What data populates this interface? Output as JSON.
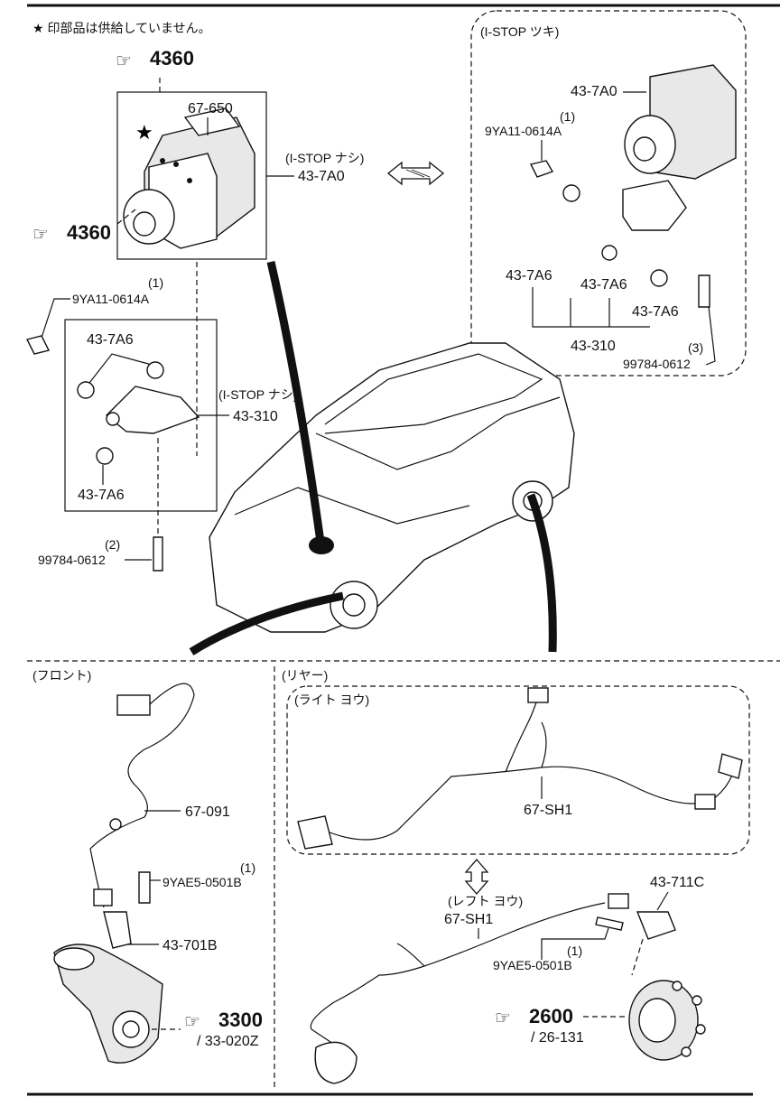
{
  "note": "★ 印部品は供給していません。",
  "refs": {
    "top_ref": "4360",
    "left_ref": "4360",
    "ref_3300": "3300",
    "ref_3300_sub": "/ 33-020Z",
    "ref_2600": "2600",
    "ref_2600_sub": "/ 26-131"
  },
  "abs_unit": {
    "part_67_650": "67-650",
    "istop_nashi_label": "(I-STOP ナシ)",
    "part_43_7A0": "43-7A0"
  },
  "istop_tsuki": {
    "title": "(I-STOP ツキ)",
    "part_43_7A0": "43-7A0",
    "bolt_qty": "(1)",
    "bolt": "9YA11-0614A",
    "mount_a": "43-7A6",
    "mount_b": "43-7A6",
    "mount_c": "43-7A6",
    "bracket": "43-310",
    "bolt2_qty": "(3)",
    "bolt2": "99784-0612"
  },
  "bracket_nashi": {
    "bolt_qty": "(1)",
    "bolt": "9YA11-0614A",
    "mount_top": "43-7A6",
    "mount_bottom": "43-7A6",
    "istop_nashi_label": "(I-STOP ナシ)",
    "bracket": "43-310",
    "bolt2_qty": "(2)",
    "bolt2": "99784-0612"
  },
  "front": {
    "title": "(フロント)",
    "harness": "67-091",
    "bolt_qty": "(1)",
    "bolt": "9YAE5-0501B",
    "sensor": "43-701B"
  },
  "rear": {
    "title": "(リヤー)",
    "right_title": "(ライト ヨウ)",
    "right_harness": "67-SH1",
    "left_title": "(レフト ヨウ)",
    "left_harness": "67-SH1",
    "sensor": "43-711C",
    "bolt_qty": "(1)",
    "bolt": "9YAE5-0501B"
  }
}
